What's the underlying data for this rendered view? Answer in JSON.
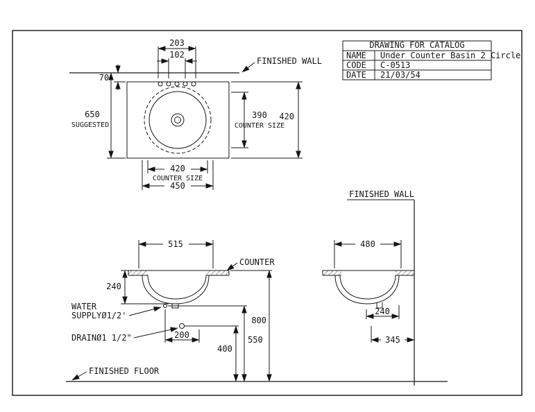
{
  "colors": {
    "ink": "#151515",
    "paper": "#ffffff"
  },
  "title_block": {
    "header": "DRAWING FOR CATALOG",
    "rows": [
      {
        "label": "NAME",
        "value": "Under Counter Basin 2 Circle"
      },
      {
        "label": "CODE",
        "value": "C-0513"
      },
      {
        "label": "DATE",
        "value": "21/03/54"
      }
    ]
  },
  "plan": {
    "finished_wall": "FINISHED WALL",
    "d203": "203",
    "d102": "102",
    "d70": "70",
    "d650": "650",
    "suggested": "SUGGESTED",
    "d390": "390",
    "counter_size_v": "COUNTER SIZE",
    "d420_right": "420",
    "d420_bottom": "420",
    "counter_size_h": "COUNTER SIZE",
    "d450": "450"
  },
  "front": {
    "d515": "515",
    "counter": "COUNTER",
    "d240": "240",
    "water1": "WATER",
    "water2": "SUPPLYØ1/2'",
    "drain": "DRAINØ1 1/2\"",
    "d200": "200",
    "d400": "400",
    "d550": "550",
    "d800": "800",
    "finished_floor": "FINISHED FLOOR"
  },
  "side": {
    "finished_wall": "FINISHED WALL",
    "d480": "480",
    "d240": "240",
    "d345": "345"
  }
}
